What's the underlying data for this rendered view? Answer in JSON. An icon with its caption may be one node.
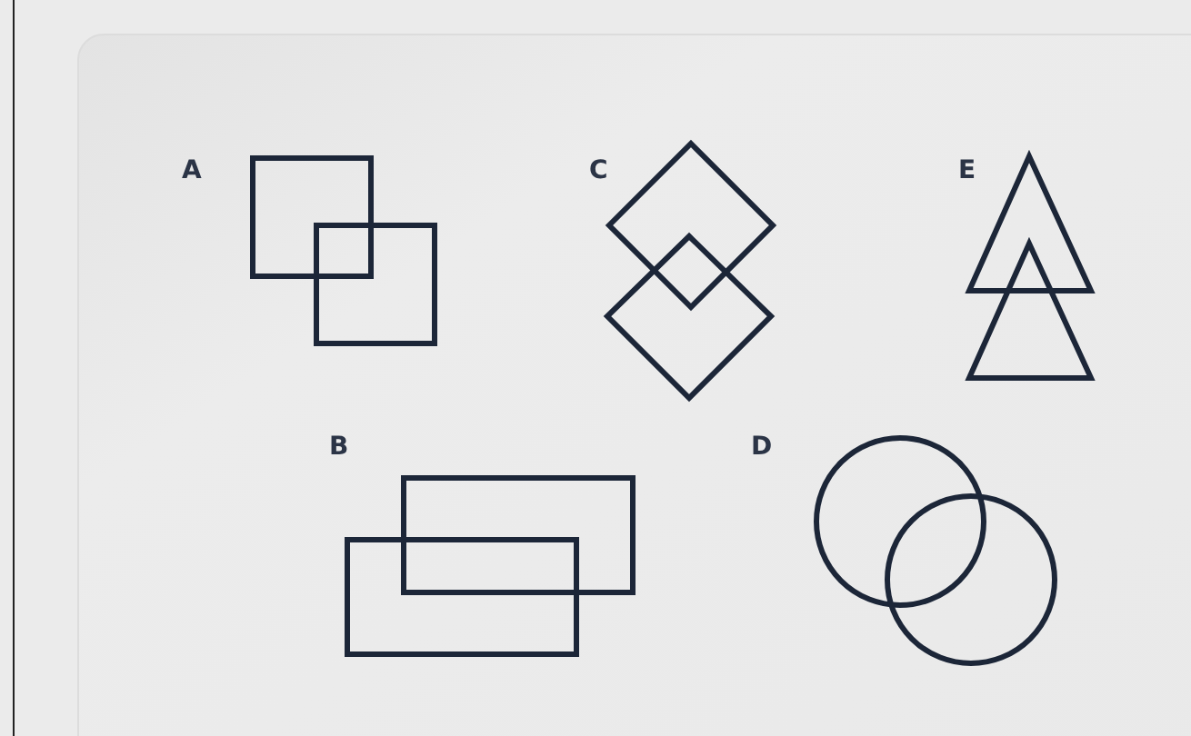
{
  "diagram": {
    "labels": [
      "A",
      "C",
      "E",
      "B",
      "D"
    ]
  }
}
